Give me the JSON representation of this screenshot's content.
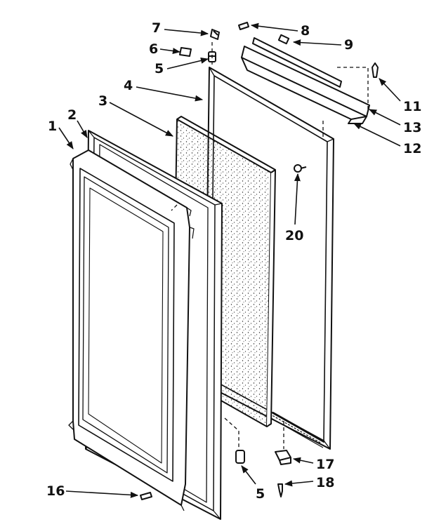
{
  "diagram": {
    "type": "exploded parts diagram",
    "subject": "refrigerator door assembly",
    "line_color": "#111111",
    "background": "#ffffff",
    "callouts": [
      {
        "id": "c1",
        "label": "1"
      },
      {
        "id": "c2",
        "label": "2"
      },
      {
        "id": "c3",
        "label": "3"
      },
      {
        "id": "c4",
        "label": "4"
      },
      {
        "id": "c5a",
        "label": "5"
      },
      {
        "id": "c5b",
        "label": "5"
      },
      {
        "id": "c6",
        "label": "6"
      },
      {
        "id": "c7",
        "label": "7"
      },
      {
        "id": "c8",
        "label": "8"
      },
      {
        "id": "c9",
        "label": "9"
      },
      {
        "id": "c11",
        "label": "11"
      },
      {
        "id": "c12",
        "label": "12"
      },
      {
        "id": "c13",
        "label": "13"
      },
      {
        "id": "c16",
        "label": "16"
      },
      {
        "id": "c17",
        "label": "17"
      },
      {
        "id": "c18",
        "label": "18"
      },
      {
        "id": "c20",
        "label": "20"
      }
    ]
  }
}
